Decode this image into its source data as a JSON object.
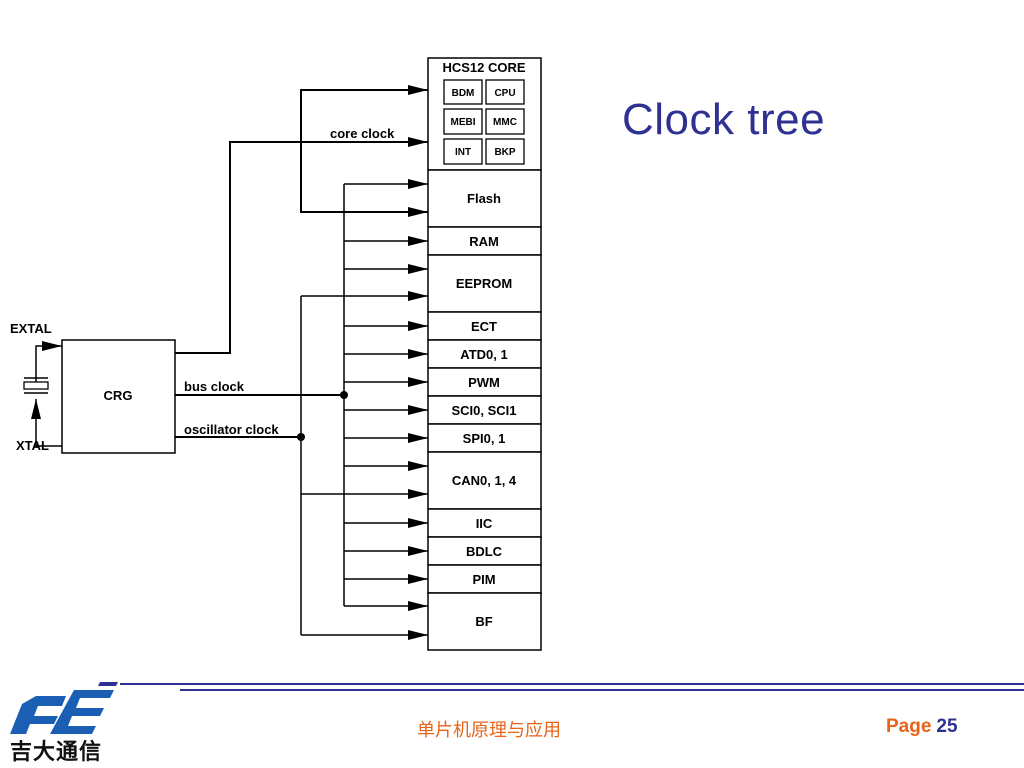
{
  "slide": {
    "title": "Clock tree",
    "footer_text": "单片机原理与应用",
    "page_label": "Page",
    "page_number": "25",
    "logo_text": "吉大通信",
    "accent_color": "#2e3192",
    "footer_color": "#e8641a"
  },
  "diagram": {
    "core_title": "HCS12 CORE",
    "core_blocks": [
      "BDM",
      "CPU",
      "MEBI",
      "MMC",
      "INT",
      "BKP"
    ],
    "modules": [
      "Flash",
      "RAM",
      "EEPROM",
      "ECT",
      "ATD0, 1",
      "PWM",
      "SCI0, SCI1",
      "SPI0, 1",
      "CAN0, 1, 4",
      "IIC",
      "BDLC",
      "PIM",
      "BF"
    ],
    "crg_label": "CRG",
    "extal_label": "EXTAL",
    "xtal_label": "XTAL",
    "core_clock_label": "core clock",
    "bus_clock_label": "bus clock",
    "osc_clock_label": "oscillator clock"
  }
}
